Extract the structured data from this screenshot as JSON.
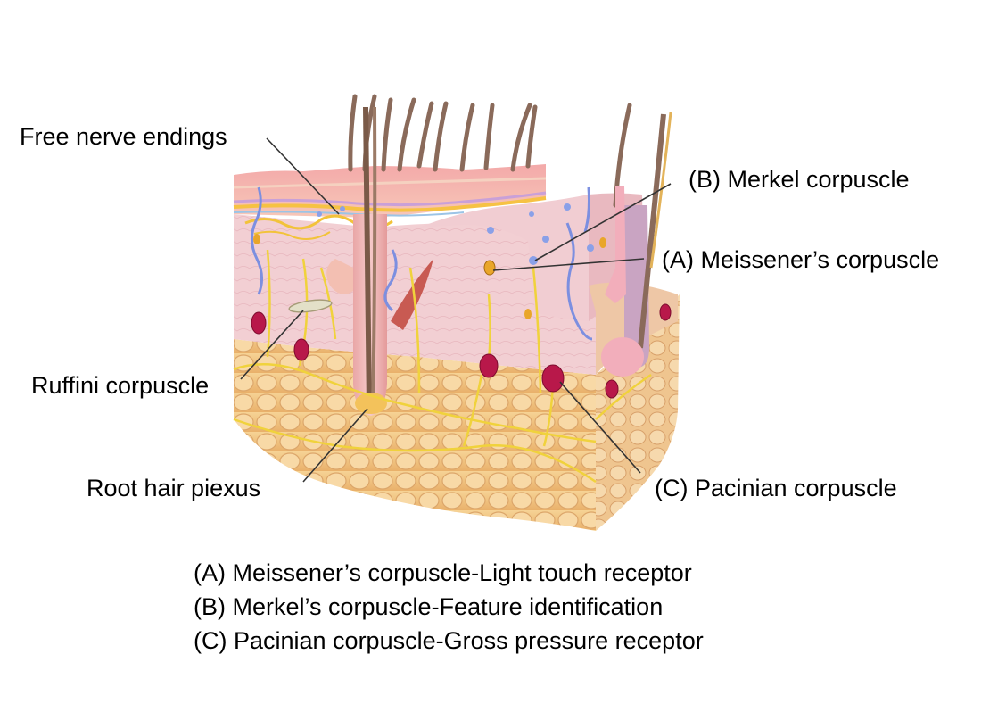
{
  "labels": {
    "free_nerve_endings": "Free nerve endings",
    "merkel": "(B) Merkel corpuscle",
    "meissener": "(A) Meissener’s corpuscle",
    "ruffini": "Ruffini corpuscle",
    "root_hair": "Root hair piexus",
    "pacinian": "(C) Pacinian corpuscle"
  },
  "legend": [
    "(A) Meissener’s corpuscle-Light touch receptor",
    "(B) Merkel’s corpuscle-Feature identification",
    "(C) Pacinian corpuscle-Gross pressure receptor"
  ],
  "colors": {
    "epidermis": "#f2b9b9",
    "dermis": "#f3d6da",
    "fat": "#f1c27e",
    "nerve": "#f2d33a",
    "hair": "#8a6a5a",
    "corpuscle": "#b8184a"
  }
}
